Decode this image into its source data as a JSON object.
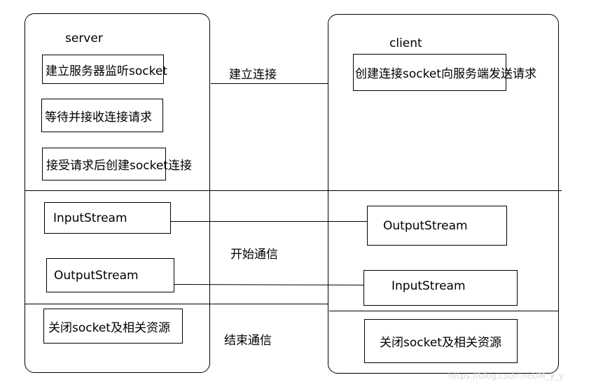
{
  "server": {
    "title": "server",
    "connect_boxes": [
      "建立服务器监听socket",
      "等待并接收连接请求",
      "接受请求后创建socket连接"
    ],
    "input_stream": "InputStream",
    "output_stream": "OutputStream",
    "close": "关闭socket及相关资源"
  },
  "client": {
    "title": "client",
    "connect_box": "创建连接socket向服务端发送请求",
    "output_stream": "OutputStream",
    "input_stream": "InputStream",
    "close": "关闭socket及相关资源"
  },
  "phases": {
    "connect": "建立连接",
    "communicate": "开始通信",
    "end": "结束通信"
  },
  "watermark": "https://blog.csdn.net/M_y_y"
}
